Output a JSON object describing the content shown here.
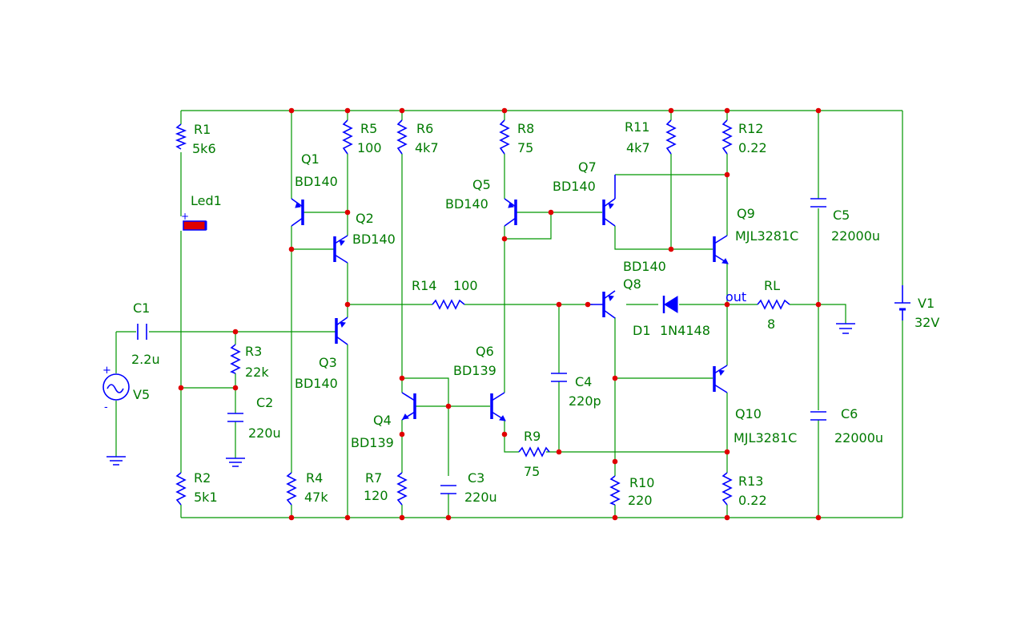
{
  "components": {
    "R1": {
      "ref": "R1",
      "value": "5k6"
    },
    "R2": {
      "ref": "R2",
      "value": "5k1"
    },
    "R3": {
      "ref": "R3",
      "value": "22k"
    },
    "R4": {
      "ref": "R4",
      "value": "47k"
    },
    "R5": {
      "ref": "R5",
      "value": "100"
    },
    "R6": {
      "ref": "R6",
      "value": "4k7"
    },
    "R7": {
      "ref": "R7",
      "value": "120"
    },
    "R8": {
      "ref": "R8",
      "value": "75"
    },
    "R9": {
      "ref": "R9",
      "value": "75"
    },
    "R10": {
      "ref": "R10",
      "value": "220"
    },
    "R11": {
      "ref": "R11",
      "value": "4k7"
    },
    "R12": {
      "ref": "R12",
      "value": "0.22"
    },
    "R13": {
      "ref": "R13",
      "value": "0.22"
    },
    "R14": {
      "ref": "R14",
      "value": "100"
    },
    "RL": {
      "ref": "RL",
      "value": "8"
    },
    "C1": {
      "ref": "C1",
      "value": "2.2u"
    },
    "C2": {
      "ref": "C2",
      "value": "220u"
    },
    "C3": {
      "ref": "C3",
      "value": "220u"
    },
    "C4": {
      "ref": "C4",
      "value": "220p"
    },
    "C5": {
      "ref": "C5",
      "value": "22000u"
    },
    "C6": {
      "ref": "C6",
      "value": "22000u"
    },
    "Q1": {
      "ref": "Q1",
      "value": "BD140"
    },
    "Q2": {
      "ref": "Q2",
      "value": "BD140"
    },
    "Q3": {
      "ref": "Q3",
      "value": "BD140"
    },
    "Q4": {
      "ref": "Q4",
      "value": "BD139"
    },
    "Q5": {
      "ref": "Q5",
      "value": "BD140"
    },
    "Q6": {
      "ref": "Q6",
      "value": "BD139"
    },
    "Q7": {
      "ref": "Q7",
      "value": "BD140"
    },
    "Q8": {
      "ref": "Q8",
      "value": "BD140"
    },
    "Q9": {
      "ref": "Q9",
      "value": "MJL3281C"
    },
    "Q10": {
      "ref": "Q10",
      "value": "MJL3281C"
    },
    "D1": {
      "ref": "D1",
      "value": "1N4148"
    },
    "Led1": {
      "ref": "Led1"
    },
    "V1": {
      "ref": "V1",
      "value": "32V"
    },
    "V5": {
      "ref": "V5"
    }
  },
  "net_labels": {
    "out": "out"
  },
  "colors": {
    "wire": "#009600",
    "symbol": "#0000ff",
    "node": "#e00000",
    "label": "#007a00",
    "led": "#e00000"
  }
}
